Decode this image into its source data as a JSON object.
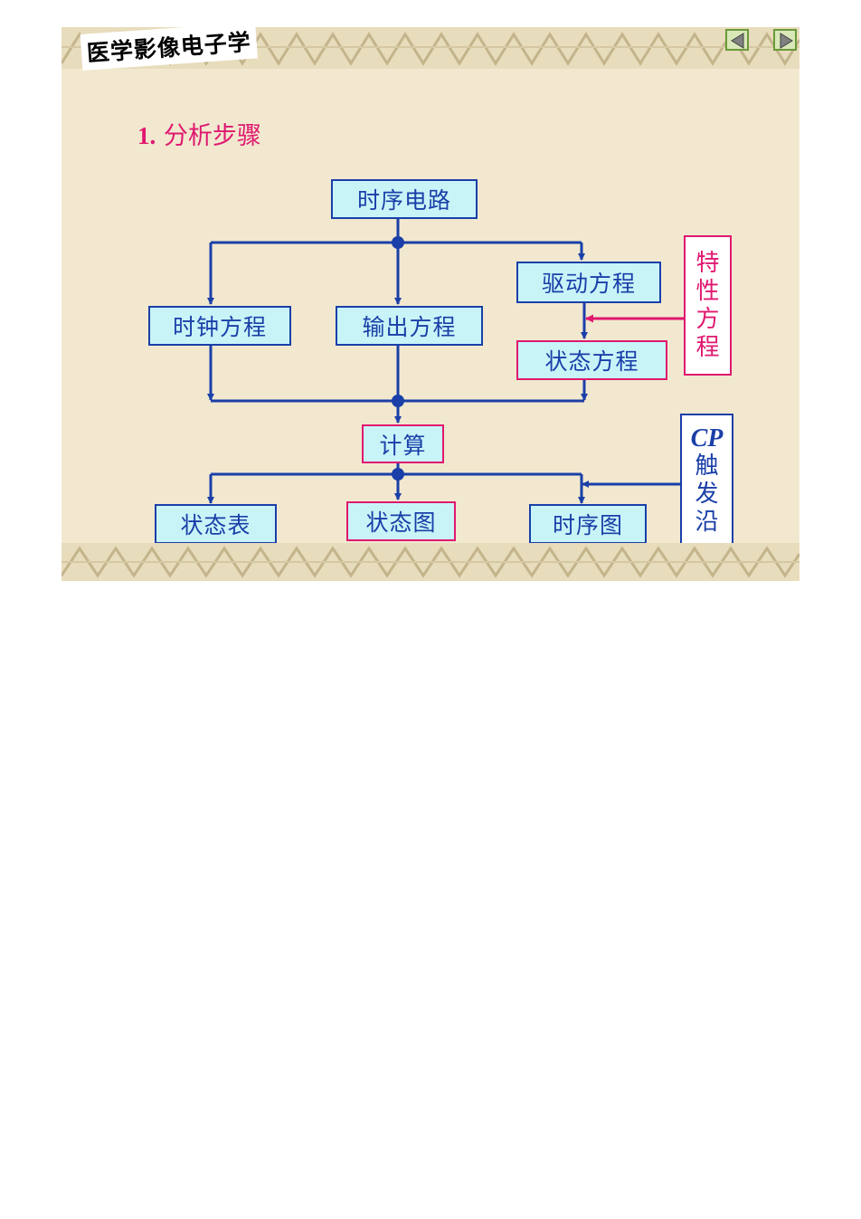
{
  "header": {
    "course_title": "医学影像电子学"
  },
  "navigation": {
    "prev_icon": "triangle-left-icon",
    "next_icon": "triangle-right-icon"
  },
  "section": {
    "number": "1.",
    "title": "分析步骤"
  },
  "diagram": {
    "nodes": {
      "sequential_circuit": "时序电路",
      "clock_equation": "时钟方程",
      "output_equation": "输出方程",
      "drive_equation": "驱动方程",
      "state_equation": "状态方程",
      "calculation": "计算",
      "state_table": "状态表",
      "state_diagram": "状态图",
      "timing_diagram": "时序图"
    },
    "side_labels": {
      "characteristic_equation": [
        "特",
        "性",
        "方",
        "程"
      ],
      "cp_prefix": "CP",
      "trigger_edge": [
        "触",
        "发",
        "沿"
      ]
    }
  },
  "colors": {
    "slide_background": "#f1e8cf",
    "box_fill": "#c8f4f8",
    "blue": "#1a3fa8",
    "pink": "#e01870"
  }
}
